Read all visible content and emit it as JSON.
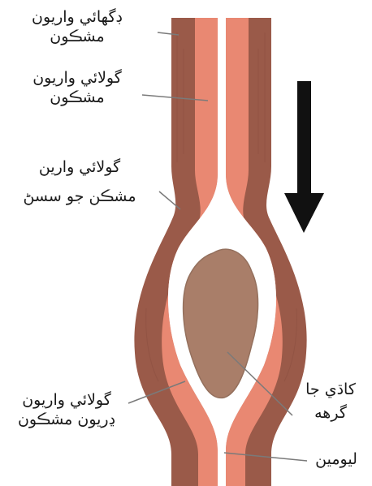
{
  "colors": {
    "outer_muscle": "#9a5a49",
    "inner_muscle": "#e98872",
    "food_bolus": "#a97e69",
    "arrow": "#111111",
    "leader": "#7a7a7a"
  },
  "icons": {
    "direction": "down-arrow-icon"
  },
  "labels": {
    "longitudinal": {
      "line1": "ڊگهائي واريون",
      "line2": "مشڪون"
    },
    "circular": {
      "line1": "گولائي واريون",
      "line2": "مشڪون"
    },
    "circular_contracted": {
      "line1": "گولائي وارين",
      "line2": "مشڪن جو سسڻ"
    },
    "circular_relaxed": {
      "line1": "گولائي واريون",
      "line2": "ڍريون مشڪون"
    },
    "bolus": {
      "line1": "کاڌي جا",
      "line2": "گرهه"
    },
    "lumen": {
      "line1": "ليومين"
    }
  }
}
